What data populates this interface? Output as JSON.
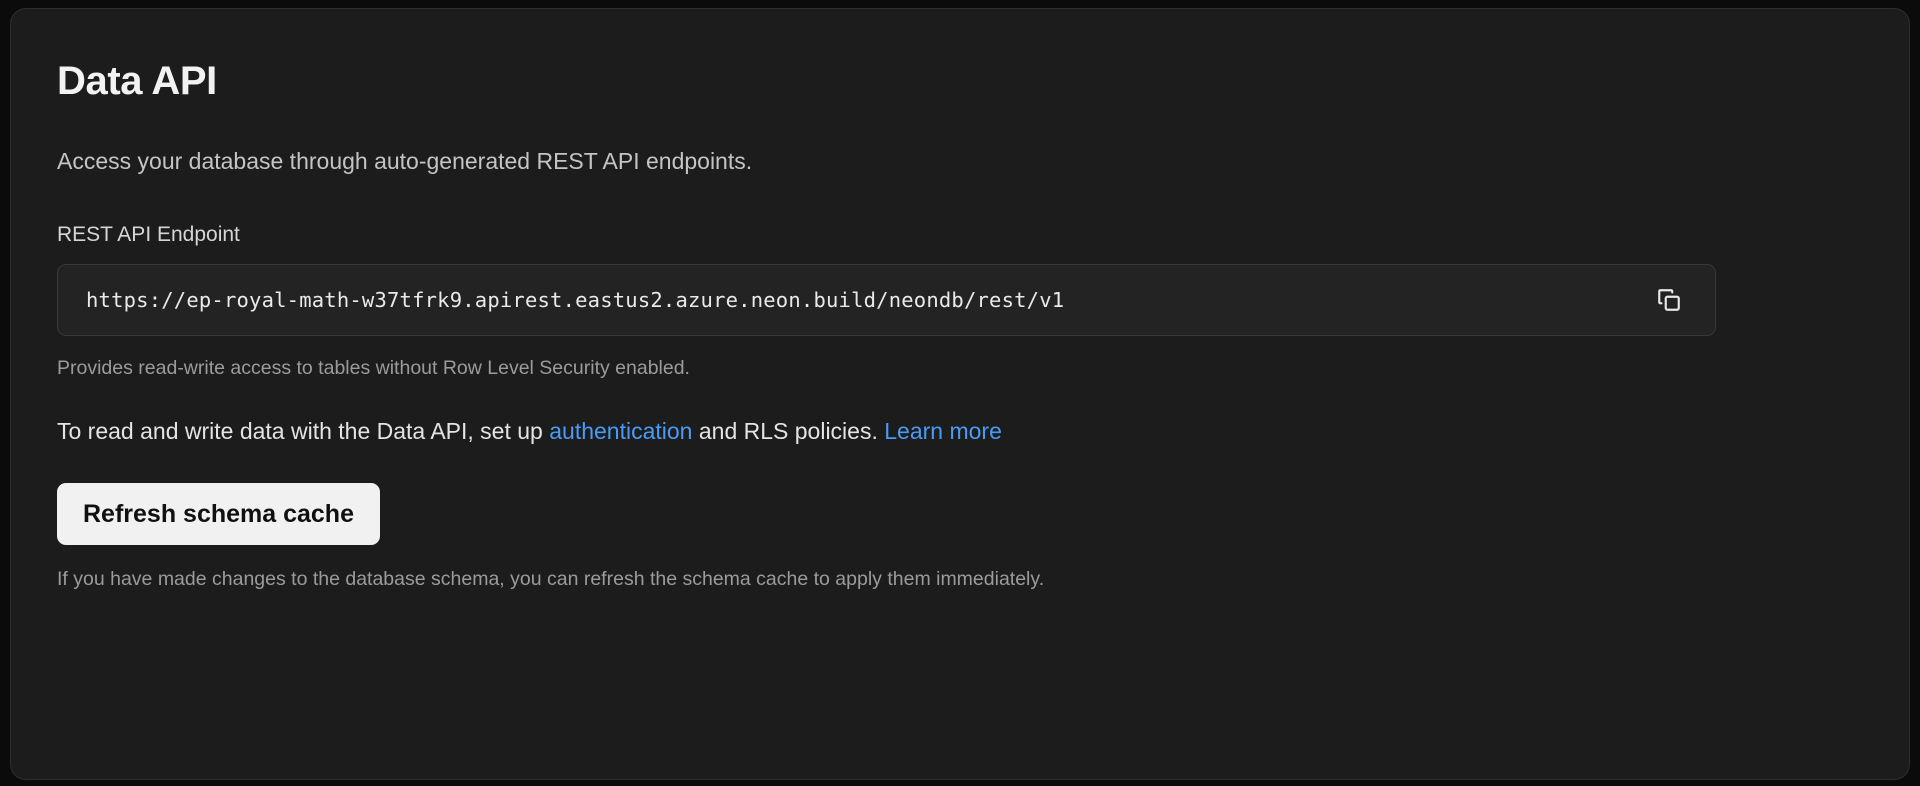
{
  "card": {
    "title": "Data API",
    "description": "Access your database through auto-generated REST API endpoints.",
    "endpoint_field": {
      "label": "REST API Endpoint",
      "value": "https://ep-royal-math-w37tfrk9.apirest.eastus2.azure.neon.build/neondb/rest/v1",
      "placeholder": "https://",
      "copy_icon": "copy-icon",
      "helper_text": "Provides read-write access to tables without Row Level Security enabled."
    },
    "paragraph": {
      "part1": "To read and write data with the Data API, set up ",
      "link1": "authentication",
      "part2": " and RLS policies. ",
      "link2": "Learn more"
    },
    "refresh_button": {
      "label": "Refresh schema cache"
    },
    "footer_note": "If you have made changes to the database schema, you can refresh the schema cache to apply them immediately."
  },
  "colors": {
    "page_background": "#0b0b0b",
    "card_background": "#1c1c1c",
    "card_border": "#2e2e2e",
    "input_background": "#232323",
    "input_border": "#383838",
    "link": "#4a9bf5",
    "button_background": "#f1f1f1",
    "button_text": "#101010",
    "title_text": "#f2f2f2",
    "body_text": "#e4e4e4",
    "muted_text": "#9b9b9b"
  }
}
